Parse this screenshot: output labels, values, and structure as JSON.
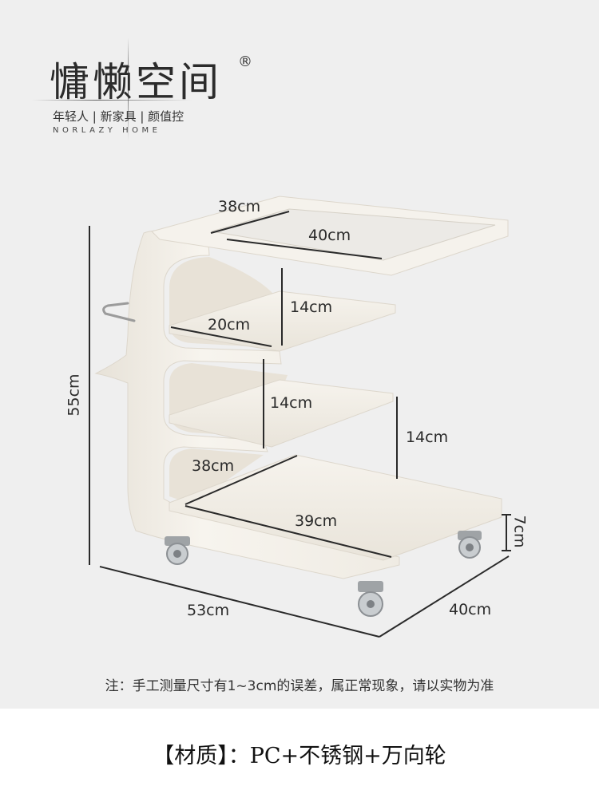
{
  "brand": {
    "name": "慵懒空间",
    "registered_mark": "®",
    "slogan": "年轻人 | 新家具 | 颜值控",
    "english": "NORLAZY HOME"
  },
  "dimensions": {
    "top_depth": "38cm",
    "top_width": "40cm",
    "shelf1_height": "14cm",
    "shelf1_depth": "20cm",
    "shelf2_height": "14cm",
    "bottom_gap_height": "14cm",
    "bottom_depth": "38cm",
    "bottom_width": "39cm",
    "total_height": "55cm",
    "base_height": "7cm",
    "base_width": "53cm",
    "base_depth": "40cm"
  },
  "note": "注：手工测量尺寸有1~3cm的误差，属正常现象，请以实物为准",
  "material": "【材质】：PC+不锈钢+万向轮",
  "colors": {
    "background": "#efefef",
    "product": "#f4f1ea",
    "product_shade": "#e3ddd2"
  }
}
